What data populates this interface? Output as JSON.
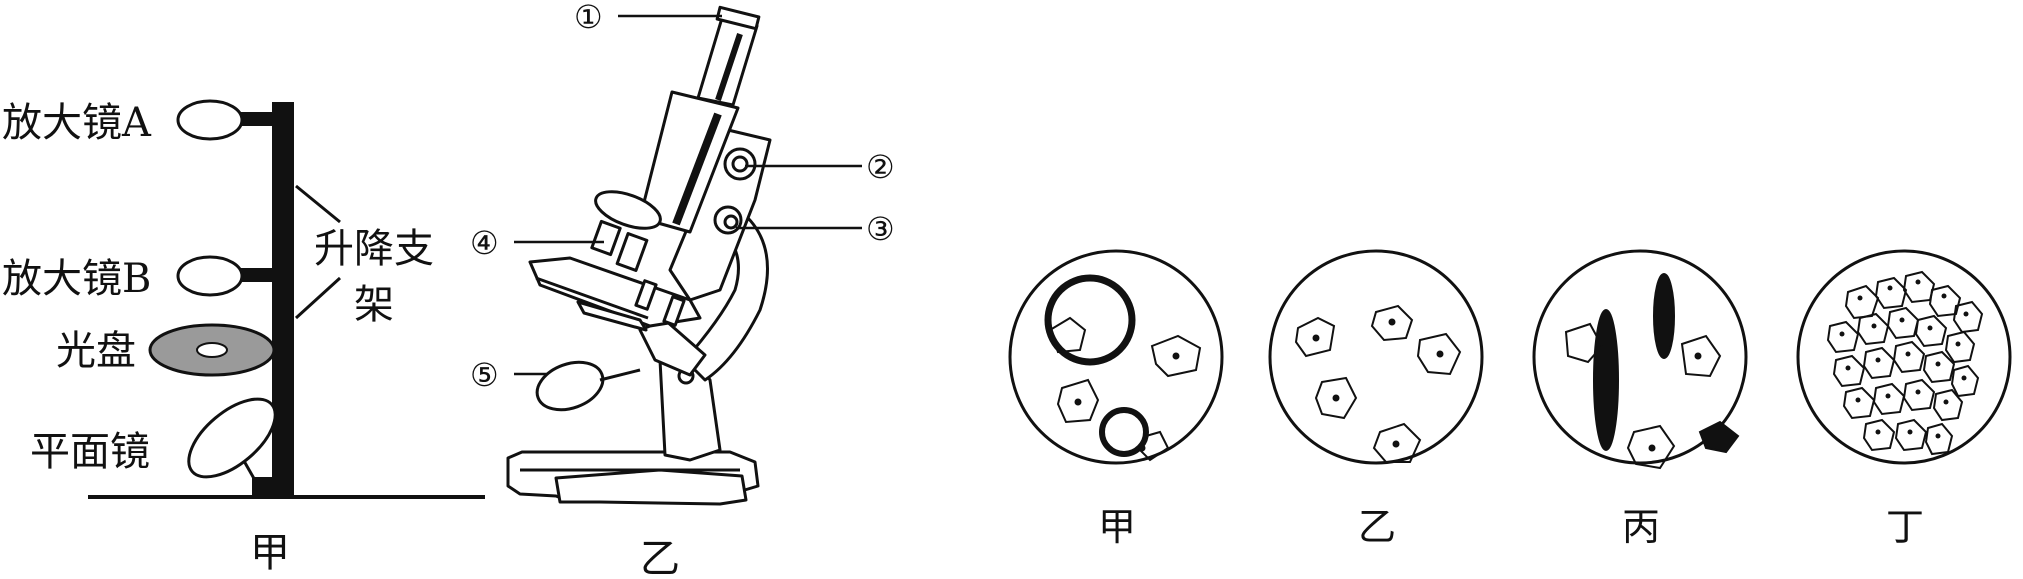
{
  "diagram_a": {
    "magnifier_a": "放大镜A",
    "magnifier_b": "放大镜B",
    "lift_stand_line1": "升降支",
    "lift_stand_line2": "架",
    "disc": "光盘",
    "flat_mirror": "平面镜",
    "caption": "甲"
  },
  "diagram_b": {
    "callouts": [
      "①",
      "②",
      "③",
      "④",
      "⑤"
    ],
    "caption": "乙"
  },
  "views": [
    {
      "caption": "甲"
    },
    {
      "caption": "乙"
    },
    {
      "caption": "丙"
    },
    {
      "caption": "丁"
    }
  ]
}
